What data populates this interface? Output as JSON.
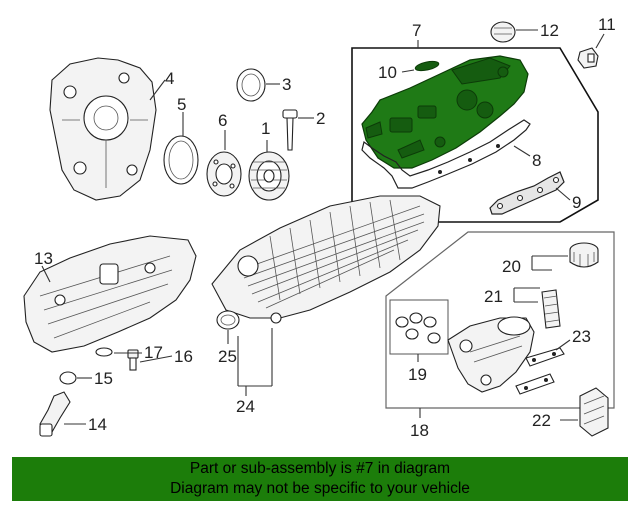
{
  "callouts": {
    "c1": "1",
    "c2": "2",
    "c3": "3",
    "c4": "4",
    "c5": "5",
    "c6": "6",
    "c7": "7",
    "c8": "8",
    "c9": "9",
    "c10": "10",
    "c11": "11",
    "c12": "12",
    "c13": "13",
    "c14": "14",
    "c15": "15",
    "c16": "16",
    "c17": "17",
    "c18": "18",
    "c19": "19",
    "c20": "20",
    "c21": "21",
    "c22": "22",
    "c23": "23",
    "c24": "24",
    "c25": "25"
  },
  "banner": {
    "line1": "Part or sub-assembly is #7 in diagram",
    "line2": "Diagram may not be specific to your vehicle"
  },
  "colors": {
    "highlight_part": "#1f7a16",
    "banner_background": "#1c7d0a"
  }
}
